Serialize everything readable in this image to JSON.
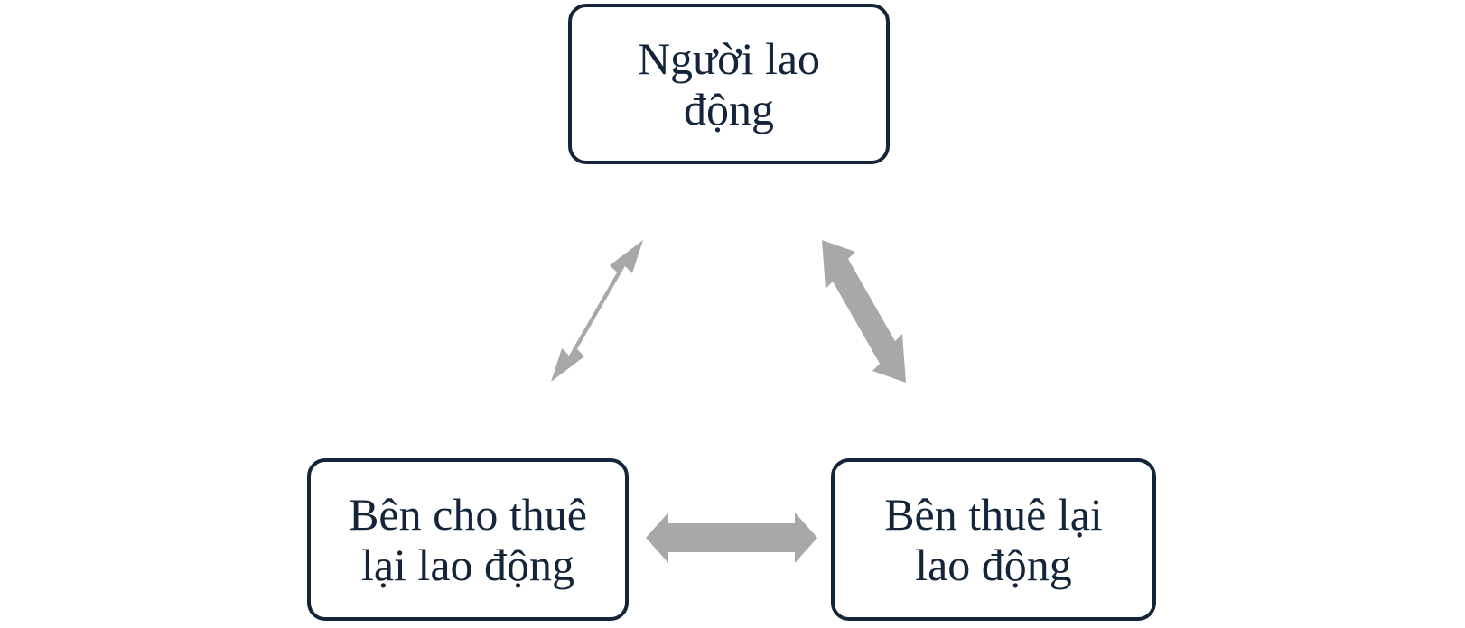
{
  "colors": {
    "box_border": "#14253a",
    "box_text": "#14253a",
    "arrow_fill": "#a7a8aa",
    "background": "#ffffff"
  },
  "nodes": {
    "top": {
      "lines": [
        "Người lao",
        "động"
      ]
    },
    "left": {
      "lines": [
        "Bên cho thuê",
        "lại lao động"
      ]
    },
    "right": {
      "lines": [
        "Bên thuê lại",
        "lao động"
      ]
    }
  },
  "connections": [
    {
      "from": "top",
      "to": "left",
      "direction": "bidirectional"
    },
    {
      "from": "top",
      "to": "right",
      "direction": "bidirectional"
    },
    {
      "from": "left",
      "to": "right",
      "direction": "bidirectional"
    }
  ]
}
